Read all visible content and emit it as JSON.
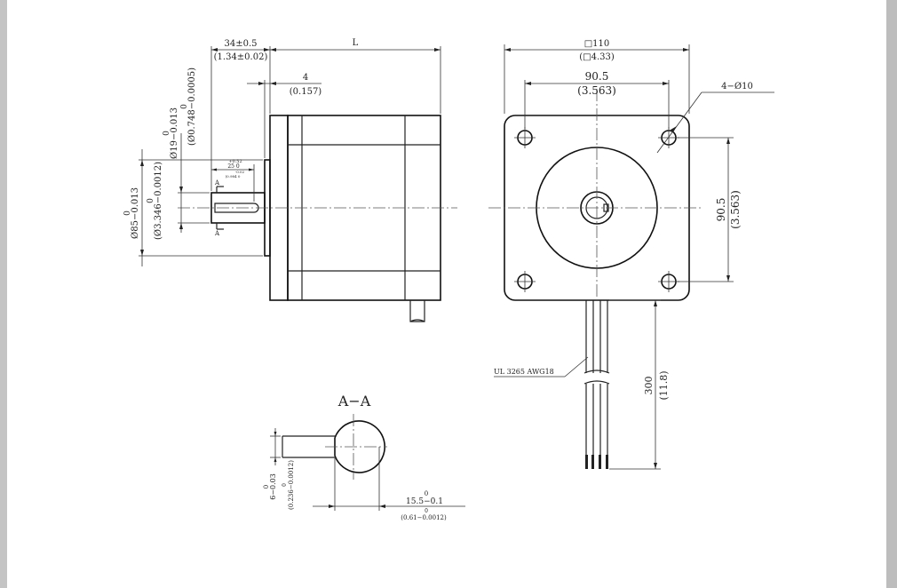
{
  "drawing": {
    "side_view": {
      "flange_thickness": "34±0.5",
      "flange_thickness_in": "(1.34±0.02)",
      "body_length": "L",
      "pilot_depth": "4",
      "pilot_depth_in": "(0.157)",
      "shaft_dia_tol_top": "0",
      "shaft_dia": "Ø19−0.013",
      "shaft_dia_in_tol_top": "0",
      "shaft_dia_in": "(Ø0.748−0.0005)",
      "pilot_dia_tol_top": "0",
      "pilot_dia": "Ø85−0.013",
      "pilot_dia_in_tol_top": "0",
      "pilot_dia_in": "(Ø3.346−0.0012)",
      "key_tol_top": "+0.52",
      "key_len": "25  0",
      "key_tol_bottom": "-0.02",
      "key_len_in": "(0.984  0",
      "section_mark_top": "A",
      "section_mark_bottom": "A"
    },
    "front_view": {
      "flange_size": "□110",
      "flange_size_in": "(□4.33)",
      "hole_spacing_h": "90.5",
      "hole_spacing_h_in": "(3.563)",
      "holes": "4−Ø10",
      "hole_spacing_v": "90.5",
      "hole_spacing_v_in": "(3.563)",
      "cable": "UL 3265   AWG18",
      "lead_length": "300",
      "lead_length_in": "(11.8)"
    },
    "section_view": {
      "title": "A−A",
      "key_width_tol_top": "0",
      "key_width": "6−0.03",
      "key_width_in_tol_top": "0",
      "key_width_in": "(0.236−0.0012)",
      "flat_tol_top": "0",
      "flat": "15.5−0.1",
      "flat_in_tol_top": "0",
      "flat_in": "(0.61−0.0012)"
    }
  }
}
